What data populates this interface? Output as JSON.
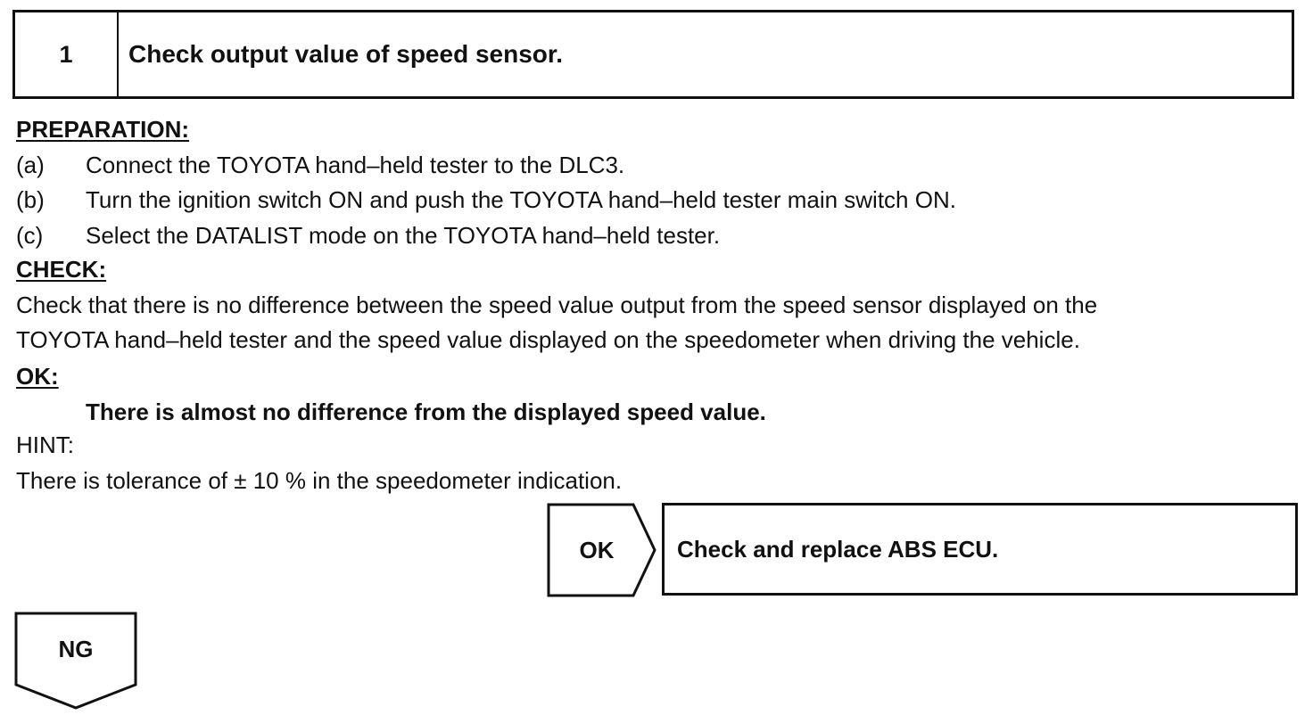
{
  "step": {
    "number": "1",
    "title": "Check output value of speed sensor."
  },
  "preparation": {
    "heading": "PREPARATION:",
    "items": [
      {
        "letter": "(a)",
        "text": "Connect the TOYOTA hand–held tester to the DLC3."
      },
      {
        "letter": "(b)",
        "text": "Turn the ignition switch ON and push the TOYOTA hand–held tester main switch ON."
      },
      {
        "letter": "(c)",
        "text": "Select the DATALIST mode on the TOYOTA hand–held tester."
      }
    ]
  },
  "check": {
    "heading": "CHECK:",
    "lines": [
      "Check that there is no difference between the speed value output from the speed sensor displayed on the",
      "TOYOTA hand–held tester and the speed value displayed on the speedometer when driving the vehicle."
    ]
  },
  "ok": {
    "heading": "OK:",
    "text": "There is almost no difference from the displayed speed value."
  },
  "hint": {
    "heading": "HINT:",
    "text": "There is tolerance of ± 10 % in the speedometer indication."
  },
  "flow": {
    "ok_label": "OK",
    "ok_result": "Check and replace ABS ECU.",
    "ng_label": "NG"
  }
}
